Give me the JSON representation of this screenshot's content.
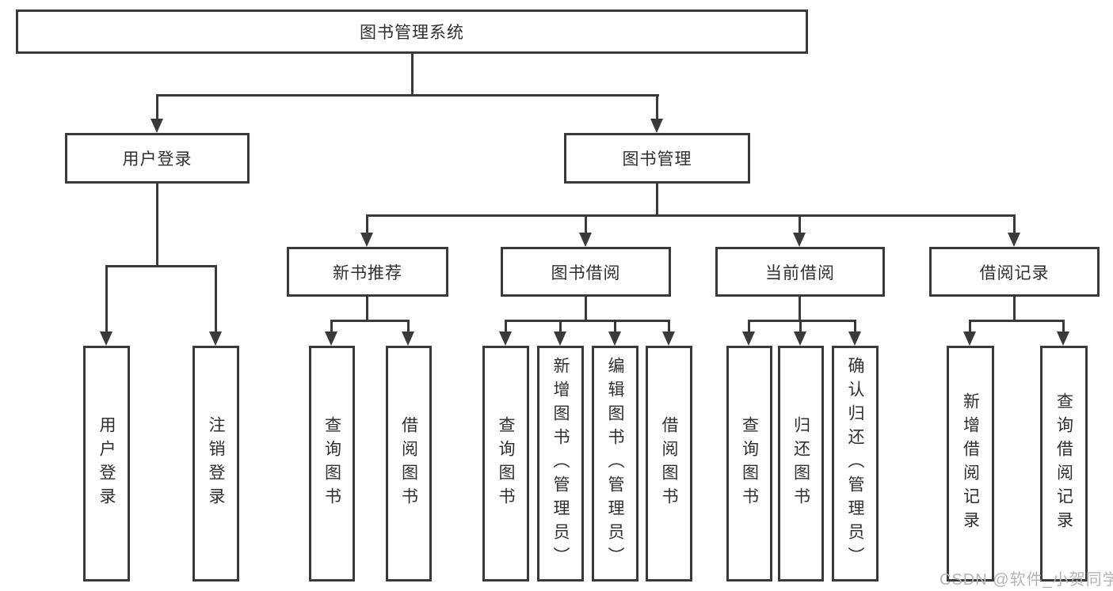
{
  "nodes": {
    "root": "图书管理系统",
    "login": "用户登录",
    "mgmt": "图书管理",
    "recommend": "新书推荐",
    "borrow": "图书借阅",
    "current": "当前借阅",
    "record": "借阅记录",
    "login_user": "用户登录",
    "login_logout": "注销登录",
    "rec_query": "查询图书",
    "rec_borrow": "借阅图书",
    "bor_query": "查询图书",
    "bor_add": "新增图书（管理员）",
    "bor_edit": "编辑图书（管理员）",
    "bor_borrow": "借阅图书",
    "cur_query": "查询图书",
    "cur_return": "归还图书",
    "cur_confirm": "确认归还（管理员）",
    "rcd_add": "新增借阅记录",
    "rcd_query": "查询借阅记录"
  },
  "colors": {
    "line": "#3a3a3a",
    "text": "#2f2f2f",
    "watermark": "#b4b4b4",
    "background": "#ffffff"
  },
  "watermark": "CSDN @软件_小贺同学"
}
